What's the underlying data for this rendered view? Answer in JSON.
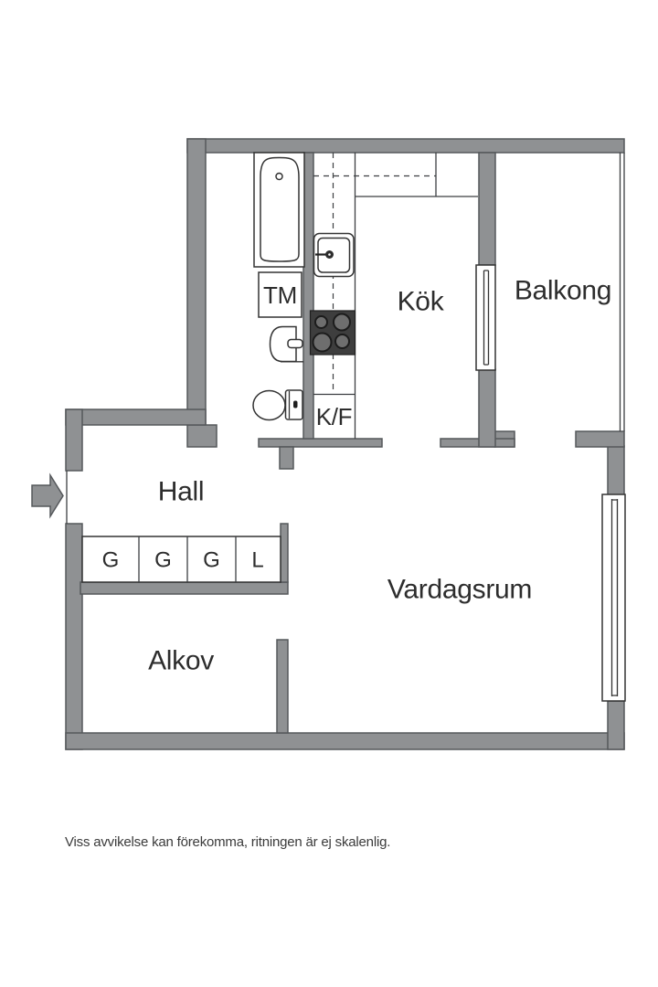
{
  "rooms": {
    "hall": "Hall",
    "alcove": "Alkov",
    "living_room": "Vardagsrum",
    "kitchen": "Kök",
    "balcony": "Balkong"
  },
  "fixtures": {
    "washing_machine": "TM",
    "fridge_freezer": "K/F"
  },
  "closets": [
    "G",
    "G",
    "G",
    "L"
  ],
  "disclaimer": "Viss avvikelse kan förekomma, ritningen är ej skalenlig.",
  "icons": {
    "entry_arrow": "right-arrow",
    "bathtub": "bathtub-top-view",
    "toilet": "toilet-top-view",
    "hand_basin": "basin-top-view",
    "kitchen_sink": "sink-top-view",
    "stove": "four-burner-stove"
  },
  "colors": {
    "wall": "#8f9193",
    "wall_outline": "#55585b",
    "fixture_line": "#333333",
    "stove": "#3e3e3e",
    "burner": "#6e6e6e",
    "text": "#2d2d2d",
    "disclaimer_text": "#3b3b3b"
  }
}
